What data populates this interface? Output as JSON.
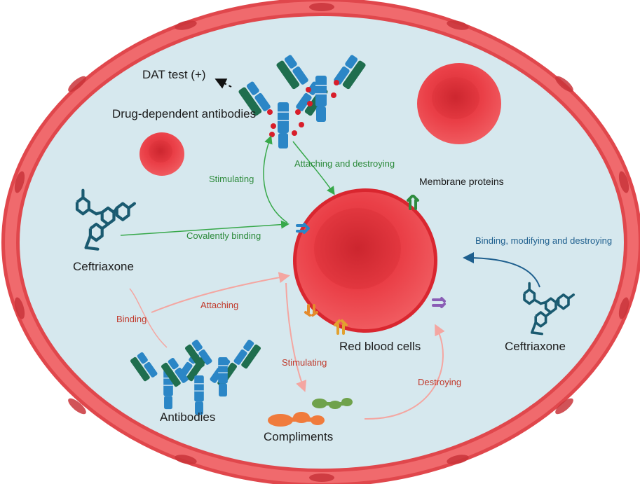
{
  "labels": {
    "dat_test": "DAT test (+)",
    "drug_dependent_antibodies": "Drug-dependent antibodies",
    "stimulating_top": "Stimulating",
    "attaching_destroying": "Attaching and destroying",
    "membrane_proteins": "Membrane proteins",
    "covalently_binding": "Covalently binding",
    "ceftriaxone_left": "Ceftriaxone",
    "binding_modifying_destroying": "Binding,  modifying and destroying",
    "binding": "Binding",
    "attaching": "Attaching",
    "red_blood_cells": "Red blood cells",
    "ceftriaxone_right": "Ceftriaxone",
    "stimulating_bottom": "Stimulating",
    "destroying": "Destroying",
    "antibodies": "Antibodies",
    "compliments": "Compliments"
  },
  "colors": {
    "vessel_background": "#d6e8ee",
    "endothelium": "#e0474c",
    "rbc": "#e8363f",
    "ceftriaxone": "#1a5a70",
    "antibody_blue": "#2b86c6",
    "antibody_green": "#1f6e4e",
    "green_arrow": "#37a84a",
    "blue_arrow": "#1e5f8e",
    "pink_arrow": "#f4a6a1"
  }
}
